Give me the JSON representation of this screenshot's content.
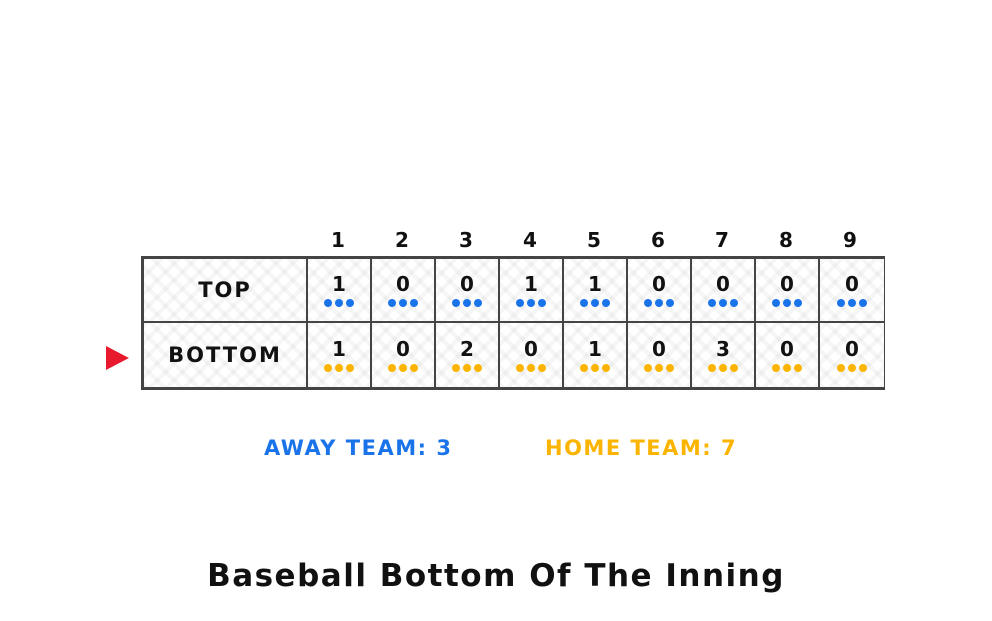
{
  "innings": [
    "1",
    "2",
    "3",
    "4",
    "5",
    "6",
    "7",
    "8",
    "9"
  ],
  "rows": [
    {
      "label": "TOP",
      "runs": [
        "1",
        "0",
        "0",
        "1",
        "1",
        "0",
        "0",
        "0",
        "0"
      ],
      "dot_color": "#1a73e8"
    },
    {
      "label": "BOTTOM",
      "runs": [
        "1",
        "0",
        "2",
        "0",
        "1",
        "0",
        "3",
        "0",
        "0"
      ],
      "dot_color": "#fbb400"
    }
  ],
  "current_half": "BOTTOM",
  "marker_color": "#e8192c",
  "totals": {
    "away": {
      "text": "AWAY TEAM: 3",
      "color": "#1a73e8"
    },
    "home": {
      "text": "HOME TEAM: 7",
      "color": "#fbb400"
    }
  },
  "title": "Baseball Bottom Of The Inning"
}
